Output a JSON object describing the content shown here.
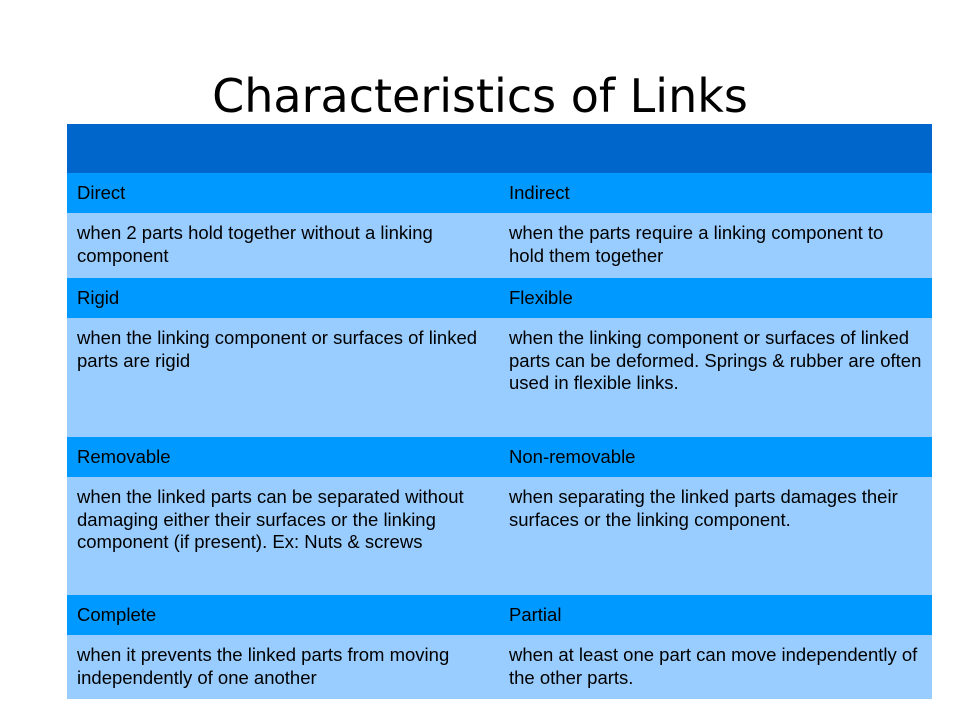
{
  "slide": {
    "title": "Characteristics of Links"
  },
  "table": {
    "header": [
      "",
      ""
    ],
    "pairs": [
      {
        "left_type": "Direct",
        "right_type": "Indirect",
        "left_desc": "when 2 parts hold together without a linking component",
        "right_desc": "when the parts require a linking component to hold them together"
      },
      {
        "left_type": "Rigid",
        "right_type": "Flexible",
        "left_desc": "when the linking component or surfaces of linked parts are rigid",
        "right_desc": "when the linking component or surfaces of linked parts can be deformed. Springs & rubber are often used in flexible links."
      },
      {
        "left_type": "Removable",
        "right_type": "Non-removable",
        "left_desc": "when the linked parts can be separated without damaging either their surfaces or the linking component (if present). Ex: Nuts & screws",
        "right_desc": "when separating the linked parts damages their surfaces or the linking component."
      },
      {
        "left_type": "Complete",
        "right_type": "Partial",
        "left_desc": "when it prevents the linked parts from moving independently of one another",
        "right_desc": "when at least one part can move independently of the other parts."
      }
    ]
  },
  "colors": {
    "header_fill": "#0066cc",
    "type_row_fill": "#0099ff",
    "desc_row_fill": "#99ccff",
    "text": "#000000",
    "background": "#ffffff"
  }
}
